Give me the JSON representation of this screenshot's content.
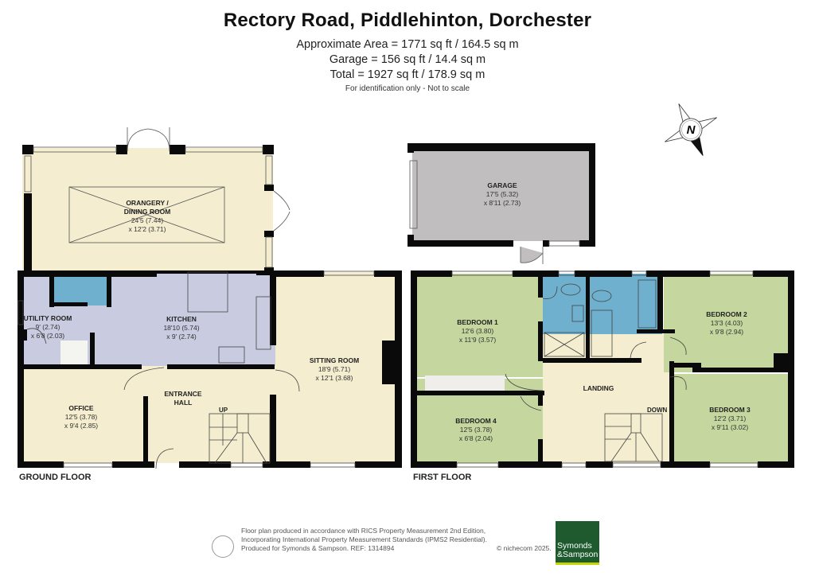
{
  "header": {
    "title": "Rectory Road, Piddlehinton, Dorchester",
    "approx_area": "Approximate Area = 1771 sq ft / 164.5 sq m",
    "garage_area": "Garage = 156 sq ft / 14.4 sq m",
    "total_area": "Total = 1927 sq ft / 178.9 sq m",
    "disclaimer": "For identification only - Not to scale"
  },
  "compass": {
    "label": "N",
    "icon": "north-compass-icon"
  },
  "colors": {
    "living": "#f4edcf",
    "kitchen": "#c9cbe0",
    "bedroom": "#c5d79e",
    "bathroom": "#6fb0cf",
    "garage": "#c1bec0",
    "wall": "#0a0a0a",
    "brand": "#1e5a2e",
    "brand_accent": "#c8d400"
  },
  "ground_floor": {
    "label": "GROUND FLOOR",
    "stairs_label": "UP",
    "rooms": [
      {
        "name": "ORANGERY /",
        "name2": "DINING ROOM",
        "dim1": "24'5 (7.44)",
        "dim2": "x 12'2 (3.71)"
      },
      {
        "name": "UTILITY ROOM",
        "dim1": "9' (2.74)",
        "dim2": "x 6'8 (2.03)"
      },
      {
        "name": "KITCHEN",
        "dim1": "18'10 (5.74)",
        "dim2": "x 9' (2.74)"
      },
      {
        "name": "SITTING ROOM",
        "dim1": "18'9 (5.71)",
        "dim2": "x 12'1 (3.68)"
      },
      {
        "name": "OFFICE",
        "dim1": "12'5 (3.78)",
        "dim2": "x 9'4 (2.85)"
      },
      {
        "name": "ENTRANCE",
        "name2": "HALL"
      }
    ]
  },
  "garage": {
    "name": "GARAGE",
    "dim1": "17'5 (5.32)",
    "dim2": "x 8'11 (2.73)"
  },
  "first_floor": {
    "label": "FIRST FLOOR",
    "stairs_label": "DOWN",
    "rooms": [
      {
        "name": "BEDROOM 1",
        "dim1": "12'6 (3.80)",
        "dim2": "x 11'9 (3.57)"
      },
      {
        "name": "BEDROOM 2",
        "dim1": "13'3 (4.03)",
        "dim2": "x 9'8 (2.94)"
      },
      {
        "name": "LANDING"
      },
      {
        "name": "BEDROOM 4",
        "dim1": "12'5 (3.78)",
        "dim2": "x 6'8 (2.04)"
      },
      {
        "name": "BEDROOM 3",
        "dim1": "12'2 (3.71)",
        "dim2": "x 9'11 (3.02)"
      }
    ]
  },
  "footer": {
    "line1": "Floor plan produced in accordance with RICS Property Measurement 2nd Edition,",
    "line2": "Incorporating International Property Measurement Standards (IPMS2 Residential).",
    "line3": "Produced for Symonds & Sampson.   REF: 1314894",
    "copyright": "© nichecom 2025.",
    "logo_line1": "Symonds",
    "logo_line2": "&Sampson"
  }
}
